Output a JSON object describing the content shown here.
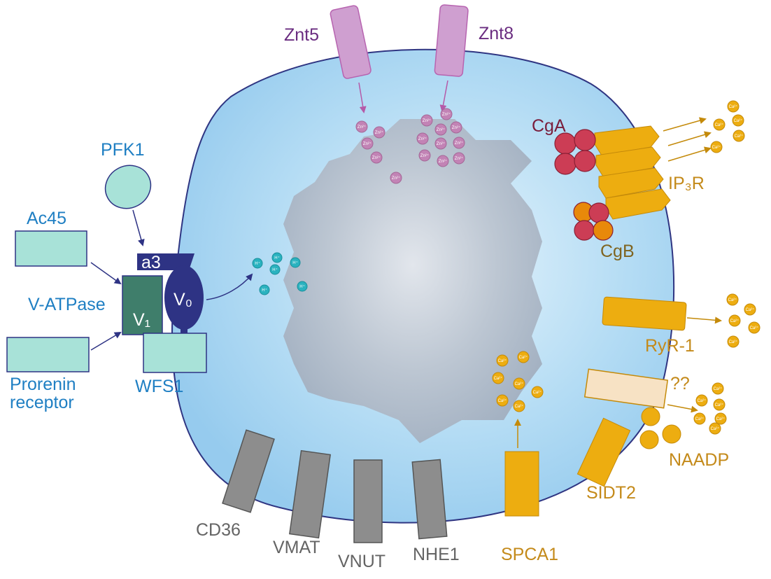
{
  "labels": {
    "znt5": "Znt5",
    "znt8": "Znt8",
    "pfk1": "PFK1",
    "ac45": "Ac45",
    "a3": "a3",
    "v0": "V₀",
    "v1": "V₁",
    "v_atpase": "V-ATPase",
    "wfs1": "WFS1",
    "prorenin_line1": "Prorenin",
    "prorenin_line2": "receptor",
    "cga": "CgA",
    "cgb": "CgB",
    "ip3r": "IP₃R",
    "ryr1": "RyR-1",
    "unknown": "??",
    "naadp": "NAADP",
    "sidt2": "SIDT2",
    "spca1": "SPCA1",
    "cd36": "CD36",
    "vmat": "VMAT",
    "vnut": "VNUT",
    "nhe1": "NHE1"
  },
  "ion_labels": {
    "zinc": "Zn²⁺",
    "calcium": "Ca²⁺",
    "proton": "H⁺"
  },
  "colors": {
    "zinc": "#c283b5",
    "zinc_dark": "#a56797",
    "zinc_label": "#6a2c80",
    "vatpase_label": "#1f7fc3",
    "vatpase_dark": "#2e3384",
    "v1_green": "#3f7e6b",
    "mint": "#a8e2d8",
    "proton": "#2ab2bf",
    "calcium": "#edad10",
    "calcium_dark": "#c48a0a",
    "calcium_label": "#c48a1a",
    "chromogranin": "#cc3d55",
    "cga_label": "#7a1d3b",
    "cgb_label": "#7f6420",
    "gray": "#8d8d8d",
    "gray_label": "#646464",
    "vesicle": "#a6d5f1",
    "vesicle_edge": "#2f3582",
    "core": "#a9b8c9"
  }
}
